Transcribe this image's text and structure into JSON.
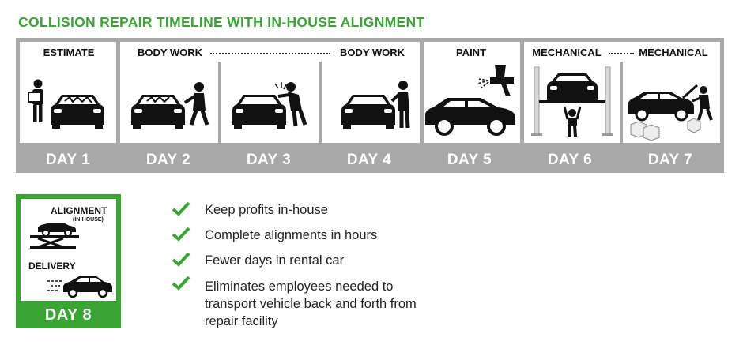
{
  "title": "COLLISION REPAIR TIMELINE WITH IN-HOUSE ALIGNMENT",
  "stages": {
    "estimate": "ESTIMATE",
    "body_work_start": "BODY WORK",
    "body_work_end": "BODY WORK",
    "paint": "PAINT",
    "mechanical_start": "MECHANICAL",
    "mechanical_end": "MECHANICAL"
  },
  "days": [
    "DAY 1",
    "DAY 2",
    "DAY 3",
    "DAY 4",
    "DAY 5",
    "DAY 6",
    "DAY 7"
  ],
  "day8": {
    "alignment": "ALIGNMENT",
    "in_house": "(IN-HOUSE)",
    "delivery": "DELIVERY",
    "label": "DAY 8"
  },
  "benefits": [
    "Keep profits in-house",
    "Complete alignments in hours",
    "Fewer days in rental car",
    "Eliminates employees needed to transport vehicle back and forth from repair facility"
  ],
  "colors": {
    "green": "#3aa535",
    "gray": "#a8a8a8",
    "text": "#222222"
  },
  "icons": [
    "damaged-car-icon",
    "person-holding-box-icon",
    "mechanic-icon",
    "spray-gun-icon",
    "car-icon",
    "car-lift-icon",
    "parts-box-icon",
    "alignment-lift-icon",
    "moving-car-icon",
    "checkmark-icon"
  ]
}
